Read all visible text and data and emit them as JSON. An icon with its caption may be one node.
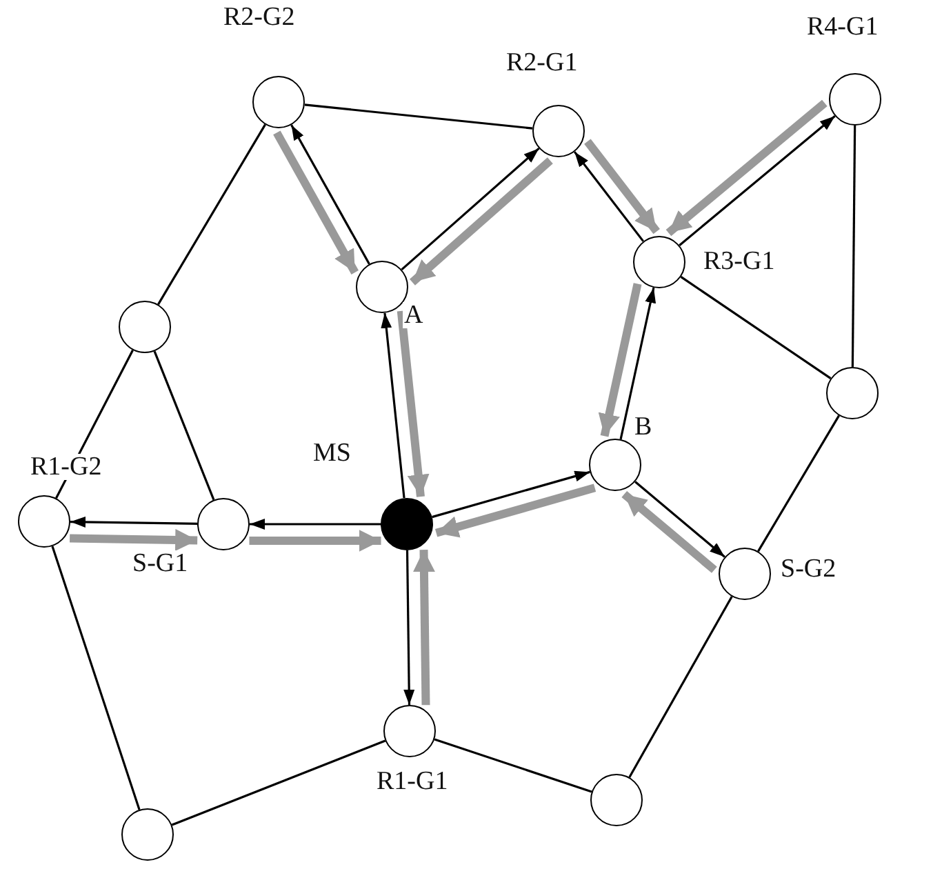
{
  "diagram": {
    "nodes": [
      {
        "text": [],
        "shape": "circle",
        "beside": [
          "R2-G2"
        ]
      },
      {
        "text": [],
        "shape": "circle",
        "beside": [
          "R2-G1"
        ]
      },
      {
        "text": [],
        "shape": "circle",
        "beside": [
          "R4-G1"
        ]
      },
      {
        "text": [],
        "shape": "circle",
        "beside": [
          "A"
        ]
      },
      {
        "text": [],
        "shape": "circle",
        "beside": [
          "R3-G1"
        ]
      },
      {
        "text": [],
        "shape": "circle"
      },
      {
        "text": [],
        "shape": "circle"
      },
      {
        "text": [],
        "shape": "circle",
        "beside": [
          "B"
        ]
      },
      {
        "text": [],
        "shape": "circle",
        "beside": [
          "MS"
        ]
      },
      {
        "text": [],
        "shape": "circle",
        "beside": [
          "R1-G2"
        ]
      },
      {
        "text": [],
        "shape": "circle",
        "beside": [
          "S-G1"
        ]
      },
      {
        "text": [],
        "shape": "circle",
        "beside": [
          "S-G2"
        ]
      },
      {
        "text": [],
        "shape": "circle",
        "beside": [
          "R1-G1"
        ]
      },
      {
        "text": [],
        "shape": "circle"
      },
      {
        "text": [],
        "shape": "circle"
      }
    ],
    "edges": [
      {
        "from": 0,
        "to": 1,
        "arrow": "none"
      },
      {
        "from": 0,
        "to": 5,
        "arrow": "none"
      },
      {
        "from": 5,
        "to": 9,
        "arrow": "none"
      },
      {
        "from": 5,
        "to": 10,
        "arrow": "none"
      },
      {
        "from": 4,
        "to": 6,
        "arrow": "none"
      },
      {
        "from": 2,
        "to": 6,
        "arrow": "none"
      },
      {
        "from": 6,
        "to": 11,
        "arrow": "none"
      },
      {
        "from": 11,
        "to": 13,
        "arrow": "none"
      },
      {
        "from": 12,
        "to": 13,
        "arrow": "none"
      },
      {
        "from": 12,
        "to": 14,
        "arrow": "none"
      },
      {
        "from": 9,
        "to": 14,
        "arrow": "none"
      },
      {
        "from": 8,
        "to": 3,
        "arrow": "to"
      },
      {
        "from": 8,
        "to": 10,
        "arrow": "to"
      },
      {
        "from": 10,
        "to": 9,
        "arrow": "to"
      },
      {
        "from": 8,
        "to": 7,
        "arrow": "to"
      },
      {
        "from": 8,
        "to": 12,
        "arrow": "to"
      },
      {
        "from": 3,
        "to": 0,
        "arrow": "to"
      },
      {
        "from": 3,
        "to": 1,
        "arrow": "to"
      },
      {
        "from": 4,
        "to": 1,
        "arrow": "to"
      },
      {
        "from": 4,
        "to": 2,
        "arrow": "to"
      },
      {
        "from": 7,
        "to": 4,
        "arrow": "to"
      },
      {
        "from": 7,
        "to": 11,
        "arrow": "to"
      },
      {
        "from": 0,
        "to": 3,
        "arrow": "to",
        "style": "thick",
        "color": "#999999"
      },
      {
        "from": 1,
        "to": 3,
        "arrow": "to",
        "style": "thick",
        "color": "#999999"
      },
      {
        "from": 1,
        "to": 4,
        "arrow": "to",
        "style": "thick",
        "color": "#999999"
      },
      {
        "from": 2,
        "to": 4,
        "arrow": "to",
        "style": "thick",
        "color": "#999999"
      },
      {
        "from": 4,
        "to": 7,
        "arrow": "to",
        "style": "thick",
        "color": "#999999"
      },
      {
        "from": 3,
        "to": 8,
        "arrow": "to",
        "style": "thick",
        "color": "#999999"
      },
      {
        "from": 9,
        "to": 10,
        "arrow": "to",
        "style": "thick",
        "color": "#999999"
      },
      {
        "from": 10,
        "to": 8,
        "arrow": "to",
        "style": "thick",
        "color": "#999999"
      },
      {
        "from": 11,
        "to": 7,
        "arrow": "to",
        "style": "thick",
        "color": "#999999"
      },
      {
        "from": 7,
        "to": 8,
        "arrow": "to",
        "style": "thick",
        "color": "#999999"
      },
      {
        "from": 12,
        "to": 8,
        "arrow": "to",
        "style": "thick",
        "color": "#999999"
      }
    ]
  }
}
